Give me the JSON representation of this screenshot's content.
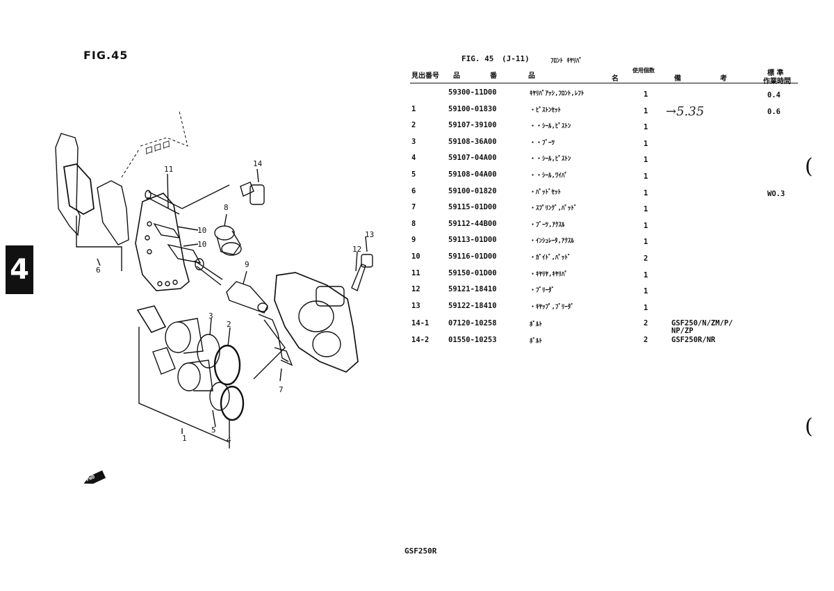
{
  "page": {
    "fig_title": "FIG.45",
    "section_tab": "4",
    "footer": "GSF250R"
  },
  "table": {
    "title": {
      "fig": "FIG. 45",
      "code": "(J-11)",
      "name": "ﾌﾛﾝﾄ ｷﾔﾘﾊﾟ"
    },
    "headers": {
      "ref": "見出番号",
      "part_no_a": "品",
      "part_no_b": "番",
      "name_a": "品",
      "name_b": "名",
      "qty": "使用個数",
      "remarks_a": "備",
      "remarks_b": "考",
      "std_a": "標 準",
      "std_b": "作業時間"
    },
    "rows": [
      {
        "ref": "",
        "part": "59300-11D00",
        "name": "ｷﾔﾘﾊﾟｱｯｼ,ﾌﾛﾝﾄ,ﾚﾌﾄ",
        "qty": "1",
        "remarks": "",
        "time": "0.4"
      },
      {
        "ref": "1",
        "part": "59100-01830",
        "name": "・ﾋﾟｽﾄﾝｾｯﾄ",
        "qty": "1",
        "remarks": "",
        "time": "0.6"
      },
      {
        "ref": "2",
        "part": "59107-39100",
        "name": "・・ｼｰﾙ,ﾋﾟｽﾄﾝ",
        "qty": "1",
        "remarks": "",
        "time": ""
      },
      {
        "ref": "3",
        "part": "59108-36A00",
        "name": "・・ﾌﾞｰﾂ",
        "qty": "1",
        "remarks": "",
        "time": ""
      },
      {
        "ref": "4",
        "part": "59107-04A00",
        "name": "・・ｼｰﾙ,ﾋﾟｽﾄﾝ",
        "qty": "1",
        "remarks": "",
        "time": ""
      },
      {
        "ref": "5",
        "part": "59108-04A00",
        "name": "・・ｼｰﾙ,ﾜｲﾊﾟ",
        "qty": "1",
        "remarks": "",
        "time": ""
      },
      {
        "ref": "6",
        "part": "59100-01820",
        "name": "・ﾊﾟｯﾄﾞｾｯﾄ",
        "qty": "1",
        "remarks": "",
        "time": "WO.3"
      },
      {
        "ref": "7",
        "part": "59115-01D00",
        "name": "・ｽﾌﾟﾘﾝｸﾞ,ﾊﾟｯﾄﾞ",
        "qty": "1",
        "remarks": "",
        "time": ""
      },
      {
        "ref": "8",
        "part": "59112-44B00",
        "name": "・ﾌﾞｰﾂ,ｱｸｽﾙ",
        "qty": "1",
        "remarks": "",
        "time": ""
      },
      {
        "ref": "9",
        "part": "59113-01D00",
        "name": "・ｲﾝｼｭﾚｰﾀ,ｱｸｽﾙ",
        "qty": "1",
        "remarks": "",
        "time": ""
      },
      {
        "ref": "10",
        "part": "59116-01D00",
        "name": "・ｶﾞｲﾄﾞ,ﾊﾟｯﾄﾞ",
        "qty": "2",
        "remarks": "",
        "time": ""
      },
      {
        "ref": "11",
        "part": "59150-01D00",
        "name": "・ｷﾔﾘﾔ,ｷﾔﾘﾊﾟ",
        "qty": "1",
        "remarks": "",
        "time": ""
      },
      {
        "ref": "12",
        "part": "59121-18410",
        "name": "・ﾌﾞﾘｰﾀﾞ",
        "qty": "1",
        "remarks": "",
        "time": ""
      },
      {
        "ref": "13",
        "part": "59122-18410",
        "name": "・ｷﾔｯﾌﾟ,ﾌﾞﾘｰﾀﾞ",
        "qty": "1",
        "remarks": "",
        "time": ""
      },
      {
        "ref": "14-1",
        "part": "07120-10258",
        "name": "ﾎﾞﾙﾄ",
        "qty": "2",
        "remarks": "GSF250/N/ZM/P/",
        "remarks2": "NP/ZP",
        "time": ""
      },
      {
        "ref": "14-2",
        "part": "01550-10253",
        "name": "ﾎﾞﾙﾄ",
        "qty": "2",
        "remarks": "GSF250R/NR",
        "time": ""
      }
    ]
  },
  "handnote": "→5.35",
  "diagram": {
    "callouts": [
      "1",
      "2",
      "3",
      "4",
      "5",
      "6",
      "7",
      "8",
      "9",
      "10",
      "10",
      "11",
      "12",
      "13",
      "14"
    ],
    "fwd_label": "FWD",
    "handwriting": "ロロロ"
  }
}
